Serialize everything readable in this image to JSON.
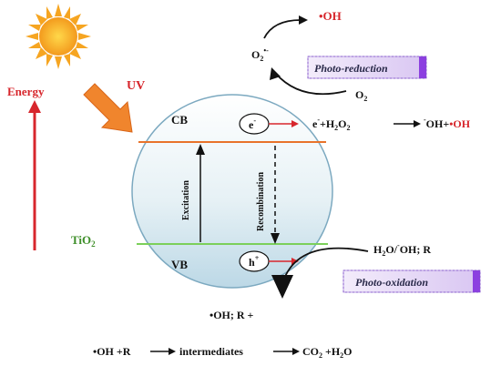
{
  "labels": {
    "energy": "Energy",
    "uv": "UV",
    "tio2": "TiO",
    "tio2_sub": "2",
    "cb": "CB",
    "vb": "VB",
    "excitation": "Excitation",
    "recombination": "Recombination",
    "electron": "e",
    "electron_sup": "-",
    "hole": "h",
    "hole_sup": "+",
    "oh_top": "•OH",
    "o2_radical": "O",
    "o2_radical_sub": "2",
    "o2_radical_sup": "•-",
    "photo_reduction": "Photo-reduction",
    "o2": "O",
    "o2_sub": "2",
    "reduction_eq_left": "e",
    "reduction_eq_left_sup": "-",
    "reduction_eq_mid": "+H",
    "reduction_eq_sub1": "2",
    "reduction_eq_O": "O",
    "reduction_eq_sub2": "2",
    "reduction_eq_minus": "-",
    "reduction_eq_oh": "OH+",
    "reduction_eq_dotoh": "•OH",
    "h2o_label_a": "H",
    "h2o_label_sub": "2",
    "h2o_label_b": "O/",
    "h2o_label_sup": "-",
    "h2o_label_c": "OH; R",
    "photo_oxidation": "Photo-oxidation",
    "oh_r_plus": "•OH; R +",
    "final_left": "•OH +R",
    "final_mid": "intermediates",
    "final_co2": "CO",
    "final_co2_sub": "2",
    "final_h2o": " +H",
    "final_h2o_sub": "2",
    "final_h2o_end": "O"
  },
  "colors": {
    "cb_line": "#e8732a",
    "vb_line": "#7bd05a",
    "sphere_fill": "#dbecf2",
    "sphere_stroke": "#7ca9c0",
    "red_arrow": "#d7262c",
    "uv_arrow": "#f0852d",
    "sun": "#f6a521",
    "box_fill": "#e8dcf7",
    "box_stripe": "#8c3fe0"
  }
}
